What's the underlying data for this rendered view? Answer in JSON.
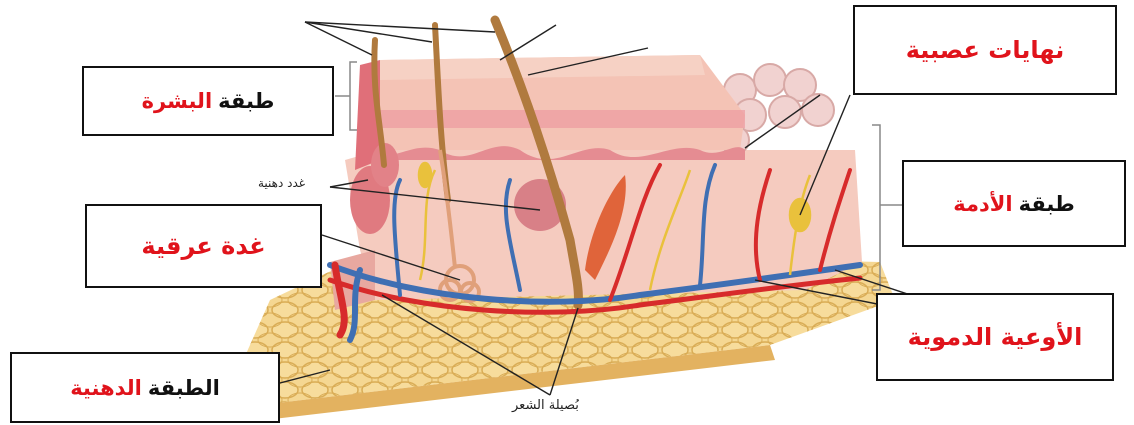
{
  "labels": {
    "epidermis": {
      "prefix": "طبقة",
      "highlight": "البشرة"
    },
    "nerve_endings": {
      "text": "نهايات عصبية"
    },
    "dermis": {
      "prefix": "طبقة",
      "highlight": "الأدمة"
    },
    "sweat_gland": {
      "text": "غدة عرقية"
    },
    "blood_vessels": {
      "text": "الأوعية الدموية"
    },
    "fat_layer": {
      "prefix": "الطبقة",
      "highlight": "الدهنية"
    },
    "sebaceous_glands": "غدد دهنية",
    "hair_follicle": "بُصيلة الشعر"
  },
  "colors": {
    "label_red": "#e0131b",
    "fat": "#f0c97a",
    "dermis": "#f3c2b5",
    "epidermis": "#e9a89a",
    "vein": "#3f6fb3",
    "artery": "#d72b2b",
    "hair": "#b07a3e"
  }
}
